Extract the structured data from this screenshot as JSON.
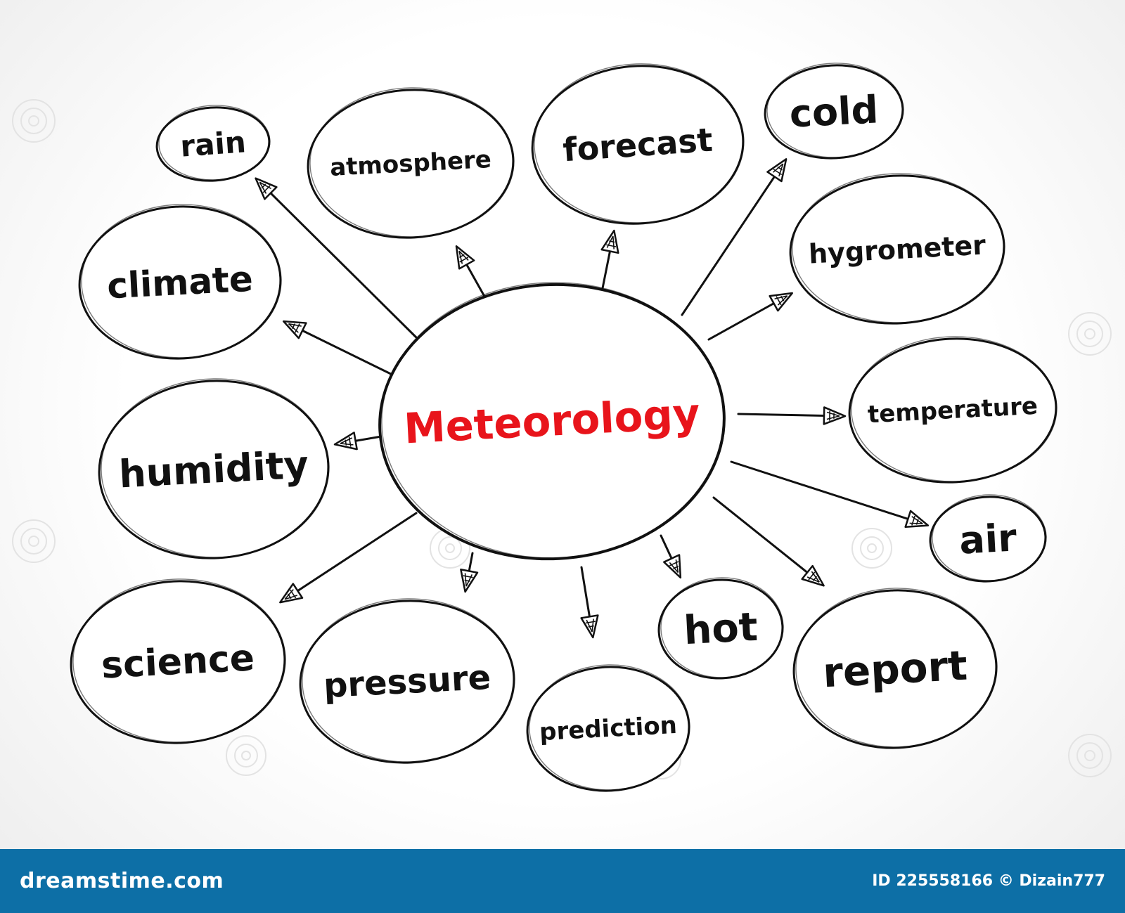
{
  "diagram": {
    "center": {
      "id": "center",
      "label": "Meteorology"
    },
    "nodes": [
      {
        "id": "rain",
        "label": "rain"
      },
      {
        "id": "atmosphere",
        "label": "atmosphere"
      },
      {
        "id": "forecast",
        "label": "forecast"
      },
      {
        "id": "cold",
        "label": "cold"
      },
      {
        "id": "hygrometer",
        "label": "hygrometer"
      },
      {
        "id": "climate",
        "label": "climate"
      },
      {
        "id": "temperature",
        "label": "temperature"
      },
      {
        "id": "humidity",
        "label": "humidity"
      },
      {
        "id": "air",
        "label": "air"
      },
      {
        "id": "science",
        "label": "science"
      },
      {
        "id": "pressure",
        "label": "pressure"
      },
      {
        "id": "prediction",
        "label": "prediction"
      },
      {
        "id": "hot",
        "label": "hot"
      },
      {
        "id": "report",
        "label": "report"
      }
    ],
    "edges": [
      {
        "from": "center",
        "to": "rain"
      },
      {
        "from": "center",
        "to": "atmosphere"
      },
      {
        "from": "center",
        "to": "forecast"
      },
      {
        "from": "center",
        "to": "cold"
      },
      {
        "from": "center",
        "to": "hygrometer"
      },
      {
        "from": "center",
        "to": "climate"
      },
      {
        "from": "center",
        "to": "temperature"
      },
      {
        "from": "center",
        "to": "humidity"
      },
      {
        "from": "center",
        "to": "air"
      },
      {
        "from": "center",
        "to": "science"
      },
      {
        "from": "center",
        "to": "pressure"
      },
      {
        "from": "center",
        "to": "prediction"
      },
      {
        "from": "center",
        "to": "hot"
      },
      {
        "from": "center",
        "to": "report"
      }
    ]
  },
  "colors": {
    "center_text": "#e8141b",
    "node_text": "#111111",
    "outline": "#111111",
    "footer_bg": "#0d6fa6",
    "footer_text": "#ffffff"
  },
  "footer": {
    "brand": "dreamstime.com",
    "image_info": "ID 225558166 © Dizain777"
  }
}
